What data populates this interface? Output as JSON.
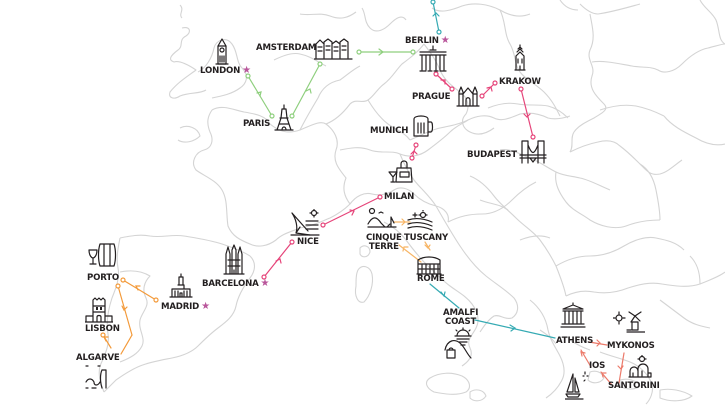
{
  "map": {
    "title": "Europe travel route map",
    "colors": {
      "background": "#ffffff",
      "border": "#d4d4d4",
      "text": "#231f20",
      "star": "#b9569b",
      "route_green": "#8fcf7e",
      "route_pink": "#e6457a",
      "route_teal": "#35aab3",
      "route_orange": "#f39a3a",
      "route_light_orange": "#f7b565",
      "route_salmon": "#ec7a6a"
    }
  },
  "cities": [
    {
      "id": "london",
      "label": "LONDON",
      "star": true,
      "icon": "big-ben-icon"
    },
    {
      "id": "amsterdam",
      "label": "AMSTERDAM",
      "star": false,
      "icon": "canal-houses-icon"
    },
    {
      "id": "paris",
      "label": "PARIS",
      "star": false,
      "icon": "eiffel-tower-icon"
    },
    {
      "id": "berlin",
      "label": "BERLIN",
      "star": true,
      "icon": "brandenburg-gate-icon"
    },
    {
      "id": "prague",
      "label": "PRAGUE",
      "star": false,
      "icon": "prague-castle-icon"
    },
    {
      "id": "krakow",
      "label": "KRAKOW",
      "star": false,
      "icon": "krakow-tower-icon"
    },
    {
      "id": "munich",
      "label": "MUNICH",
      "star": false,
      "icon": "beer-mug-icon"
    },
    {
      "id": "budapest",
      "label": "BUDAPEST",
      "star": false,
      "icon": "chain-bridge-icon"
    },
    {
      "id": "milan",
      "label": "MILAN",
      "star": false,
      "icon": "shopping-bag-cocktail-icon"
    },
    {
      "id": "nice",
      "label": "NICE",
      "star": false,
      "icon": "beach-chair-icon"
    },
    {
      "id": "cinque_terre",
      "label": "CINQUE TERRE",
      "label_line1": "CINQUE",
      "label_line2": "TERRE",
      "star": false,
      "icon": "coastal-village-icon"
    },
    {
      "id": "tuscany",
      "label": "TUSCANY",
      "star": false,
      "icon": "vineyard-hills-icon"
    },
    {
      "id": "rome",
      "label": "ROME",
      "star": false,
      "icon": "colosseum-icon"
    },
    {
      "id": "amalfi",
      "label": "AMALFI COAST",
      "label_line1": "AMALFI",
      "label_line2": "COAST",
      "star": false,
      "icon": "amalfi-sunset-icon"
    },
    {
      "id": "barcelona",
      "label": "BARCELONA",
      "star": true,
      "icon": "sagrada-familia-icon"
    },
    {
      "id": "madrid",
      "label": "MADRID",
      "star": true,
      "icon": "madrid-palace-icon"
    },
    {
      "id": "porto",
      "label": "PORTO",
      "star": false,
      "icon": "wine-barrel-icon"
    },
    {
      "id": "lisbon",
      "label": "LISBON",
      "star": false,
      "icon": "belem-tower-icon"
    },
    {
      "id": "algarve",
      "label": "ALGARVE",
      "star": false,
      "icon": "cliffs-icon"
    },
    {
      "id": "athens",
      "label": "ATHENS",
      "star": false,
      "icon": "parthenon-icon"
    },
    {
      "id": "mykonos",
      "label": "MYKONOS",
      "star": false,
      "icon": "windmill-icon"
    },
    {
      "id": "ios",
      "label": "IOS",
      "star": false,
      "icon": "sailboat-icon"
    },
    {
      "id": "santorini",
      "label": "SANTORINI",
      "star": false,
      "icon": "santorini-domes-icon"
    }
  ],
  "routes": [
    {
      "from": "London",
      "to": "Paris",
      "color": "route_green"
    },
    {
      "from": "Paris",
      "to": "Amsterdam",
      "color": "route_green"
    },
    {
      "from": "Amsterdam",
      "to": "Berlin",
      "color": "route_green"
    },
    {
      "from": "North (off-map)",
      "to": "Berlin",
      "color": "route_teal"
    },
    {
      "from": "Berlin",
      "to": "Prague",
      "color": "route_pink"
    },
    {
      "from": "Prague",
      "to": "Krakow",
      "color": "route_pink"
    },
    {
      "from": "Krakow",
      "to": "Budapest",
      "color": "route_pink"
    },
    {
      "from": "Milan",
      "to": "Munich",
      "color": "route_pink"
    },
    {
      "from": "Barcelona",
      "to": "Nice",
      "color": "route_pink"
    },
    {
      "from": "Nice",
      "to": "Milan",
      "color": "route_pink"
    },
    {
      "from": "Cinque Terre",
      "to": "Tuscany",
      "color": "route_light_orange"
    },
    {
      "from": "Tuscany",
      "to": "Rome",
      "color": "route_light_orange"
    },
    {
      "from": "Rome",
      "to": "Cinque Terre",
      "color": "route_light_orange"
    },
    {
      "from": "Rome",
      "to": "Amalfi Coast",
      "color": "route_teal"
    },
    {
      "from": "Amalfi Coast",
      "to": "Athens",
      "color": "route_teal"
    },
    {
      "from": "Athens",
      "to": "Mykonos",
      "color": "route_salmon"
    },
    {
      "from": "Mykonos",
      "to": "Santorini",
      "color": "route_salmon"
    },
    {
      "from": "Santorini",
      "to": "Ios",
      "color": "route_salmon"
    },
    {
      "from": "Ios",
      "to": "Athens",
      "color": "route_salmon"
    },
    {
      "from": "Madrid",
      "to": "Porto",
      "color": "route_orange"
    },
    {
      "from": "Porto",
      "to": "Algarve",
      "color": "route_orange"
    },
    {
      "from": "Algarve",
      "to": "Lisbon",
      "color": "route_orange"
    }
  ]
}
